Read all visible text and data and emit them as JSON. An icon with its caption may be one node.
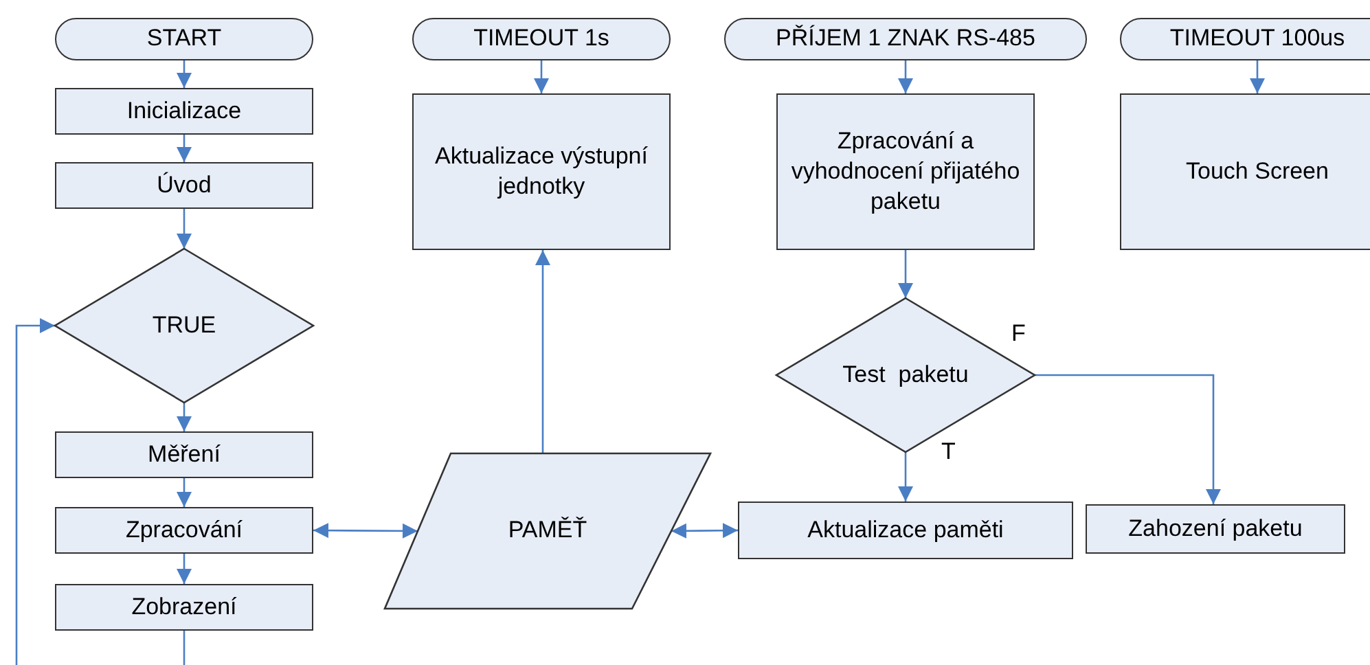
{
  "diagram": {
    "nodes": [
      {
        "text": [
          "START"
        ]
      },
      {
        "text": [
          "Inicializace"
        ]
      },
      {
        "text": [
          "Úvod"
        ]
      },
      {
        "text": [
          "TRUE"
        ]
      },
      {
        "text": [
          "Měření"
        ]
      },
      {
        "text": [
          "Zpracování"
        ]
      },
      {
        "text": [
          "Zobrazení"
        ]
      },
      {
        "text": [
          "TIMEOUT 1s"
        ]
      },
      {
        "text": [
          "Aktualizace výstupní jednotky"
        ]
      },
      {
        "text": [
          "PAMĚŤ"
        ]
      },
      {
        "text": [
          "PŘÍJEM 1 ZNAK RS-485"
        ]
      },
      {
        "text": [
          "Zpracování a vyhodnocení přijatého paketu"
        ]
      },
      {
        "text": [
          "Test  paketu"
        ]
      },
      {
        "text": [
          "Aktualizace paměti"
        ]
      },
      {
        "text": [
          "Zahození paketu"
        ]
      },
      {
        "text": [
          "TIMEOUT 100us"
        ]
      },
      {
        "text": [
          "Touch Screen"
        ]
      }
    ],
    "edges": [
      {
        "from": 0,
        "to": 1,
        "arrow": "to"
      },
      {
        "from": 1,
        "to": 2,
        "arrow": "to"
      },
      {
        "from": 2,
        "to": 3,
        "arrow": "to"
      },
      {
        "from": 3,
        "to": 4,
        "arrow": "to"
      },
      {
        "from": 4,
        "to": 5,
        "arrow": "to"
      },
      {
        "from": 5,
        "to": 6,
        "arrow": "to"
      },
      {
        "from": 6,
        "to": null,
        "arrow": "none"
      },
      {
        "from": null,
        "to": 3,
        "arrow": "to"
      },
      {
        "from": 5,
        "to": 9,
        "arrow": "both"
      },
      {
        "from": 9,
        "to": 8,
        "arrow": "to"
      },
      {
        "from": 7,
        "to": 8,
        "arrow": "to"
      },
      {
        "from": 10,
        "to": 11,
        "arrow": "to"
      },
      {
        "from": 11,
        "to": 12,
        "arrow": "to"
      },
      {
        "from": 12,
        "to": 13,
        "arrow": "to",
        "label": "T"
      },
      {
        "from": 12,
        "to": 14,
        "arrow": "to",
        "label": "F"
      },
      {
        "from": 13,
        "to": 9,
        "arrow": "both"
      },
      {
        "from": 15,
        "to": 16,
        "arrow": "to"
      }
    ]
  }
}
